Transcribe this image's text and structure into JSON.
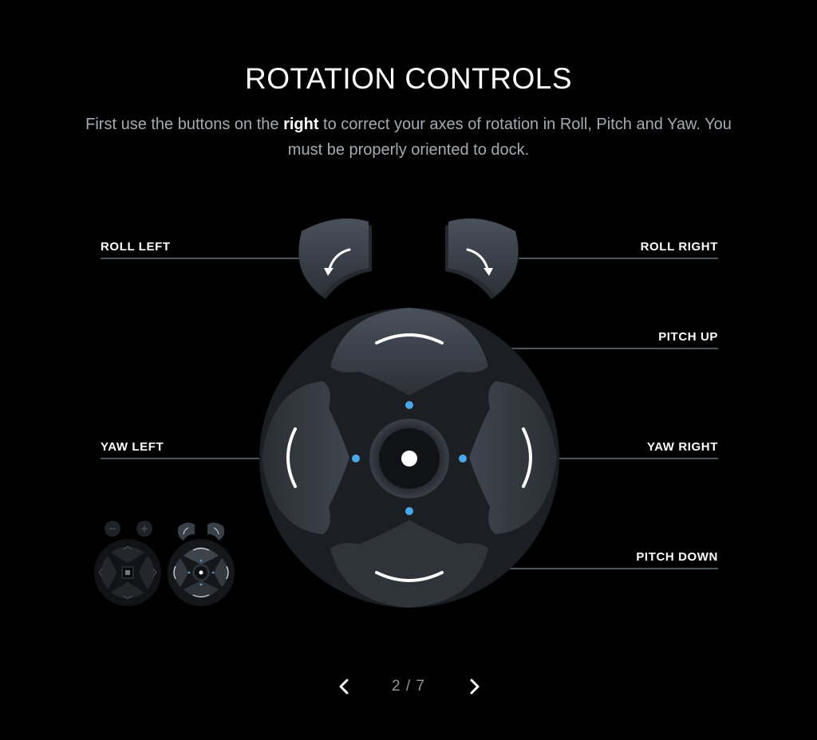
{
  "screen": {
    "title": "ROTATION CONTROLS",
    "instructions": {
      "part1": "First use the buttons on the ",
      "emphasis": "right",
      "part2": " to correct your axes of rotation in Roll, Pitch and Yaw. You must be properly oriented to dock."
    }
  },
  "controls": {
    "roll_left": "ROLL LEFT",
    "roll_right": "ROLL RIGHT",
    "pitch_up": "PITCH UP",
    "yaw_left": "YAW LEFT",
    "yaw_right": "YAW RIGHT",
    "pitch_down": "PITCH DOWN"
  },
  "pagination": {
    "indicator": "2 / 7",
    "current": 2,
    "total": 7
  },
  "colors": {
    "background": "#000000",
    "button_face": "#3d434c",
    "button_edge": "#22262c",
    "indicator_dot": "#4aa8e8",
    "line": "#4d535c",
    "subtitle_text": "#a5abb2"
  }
}
